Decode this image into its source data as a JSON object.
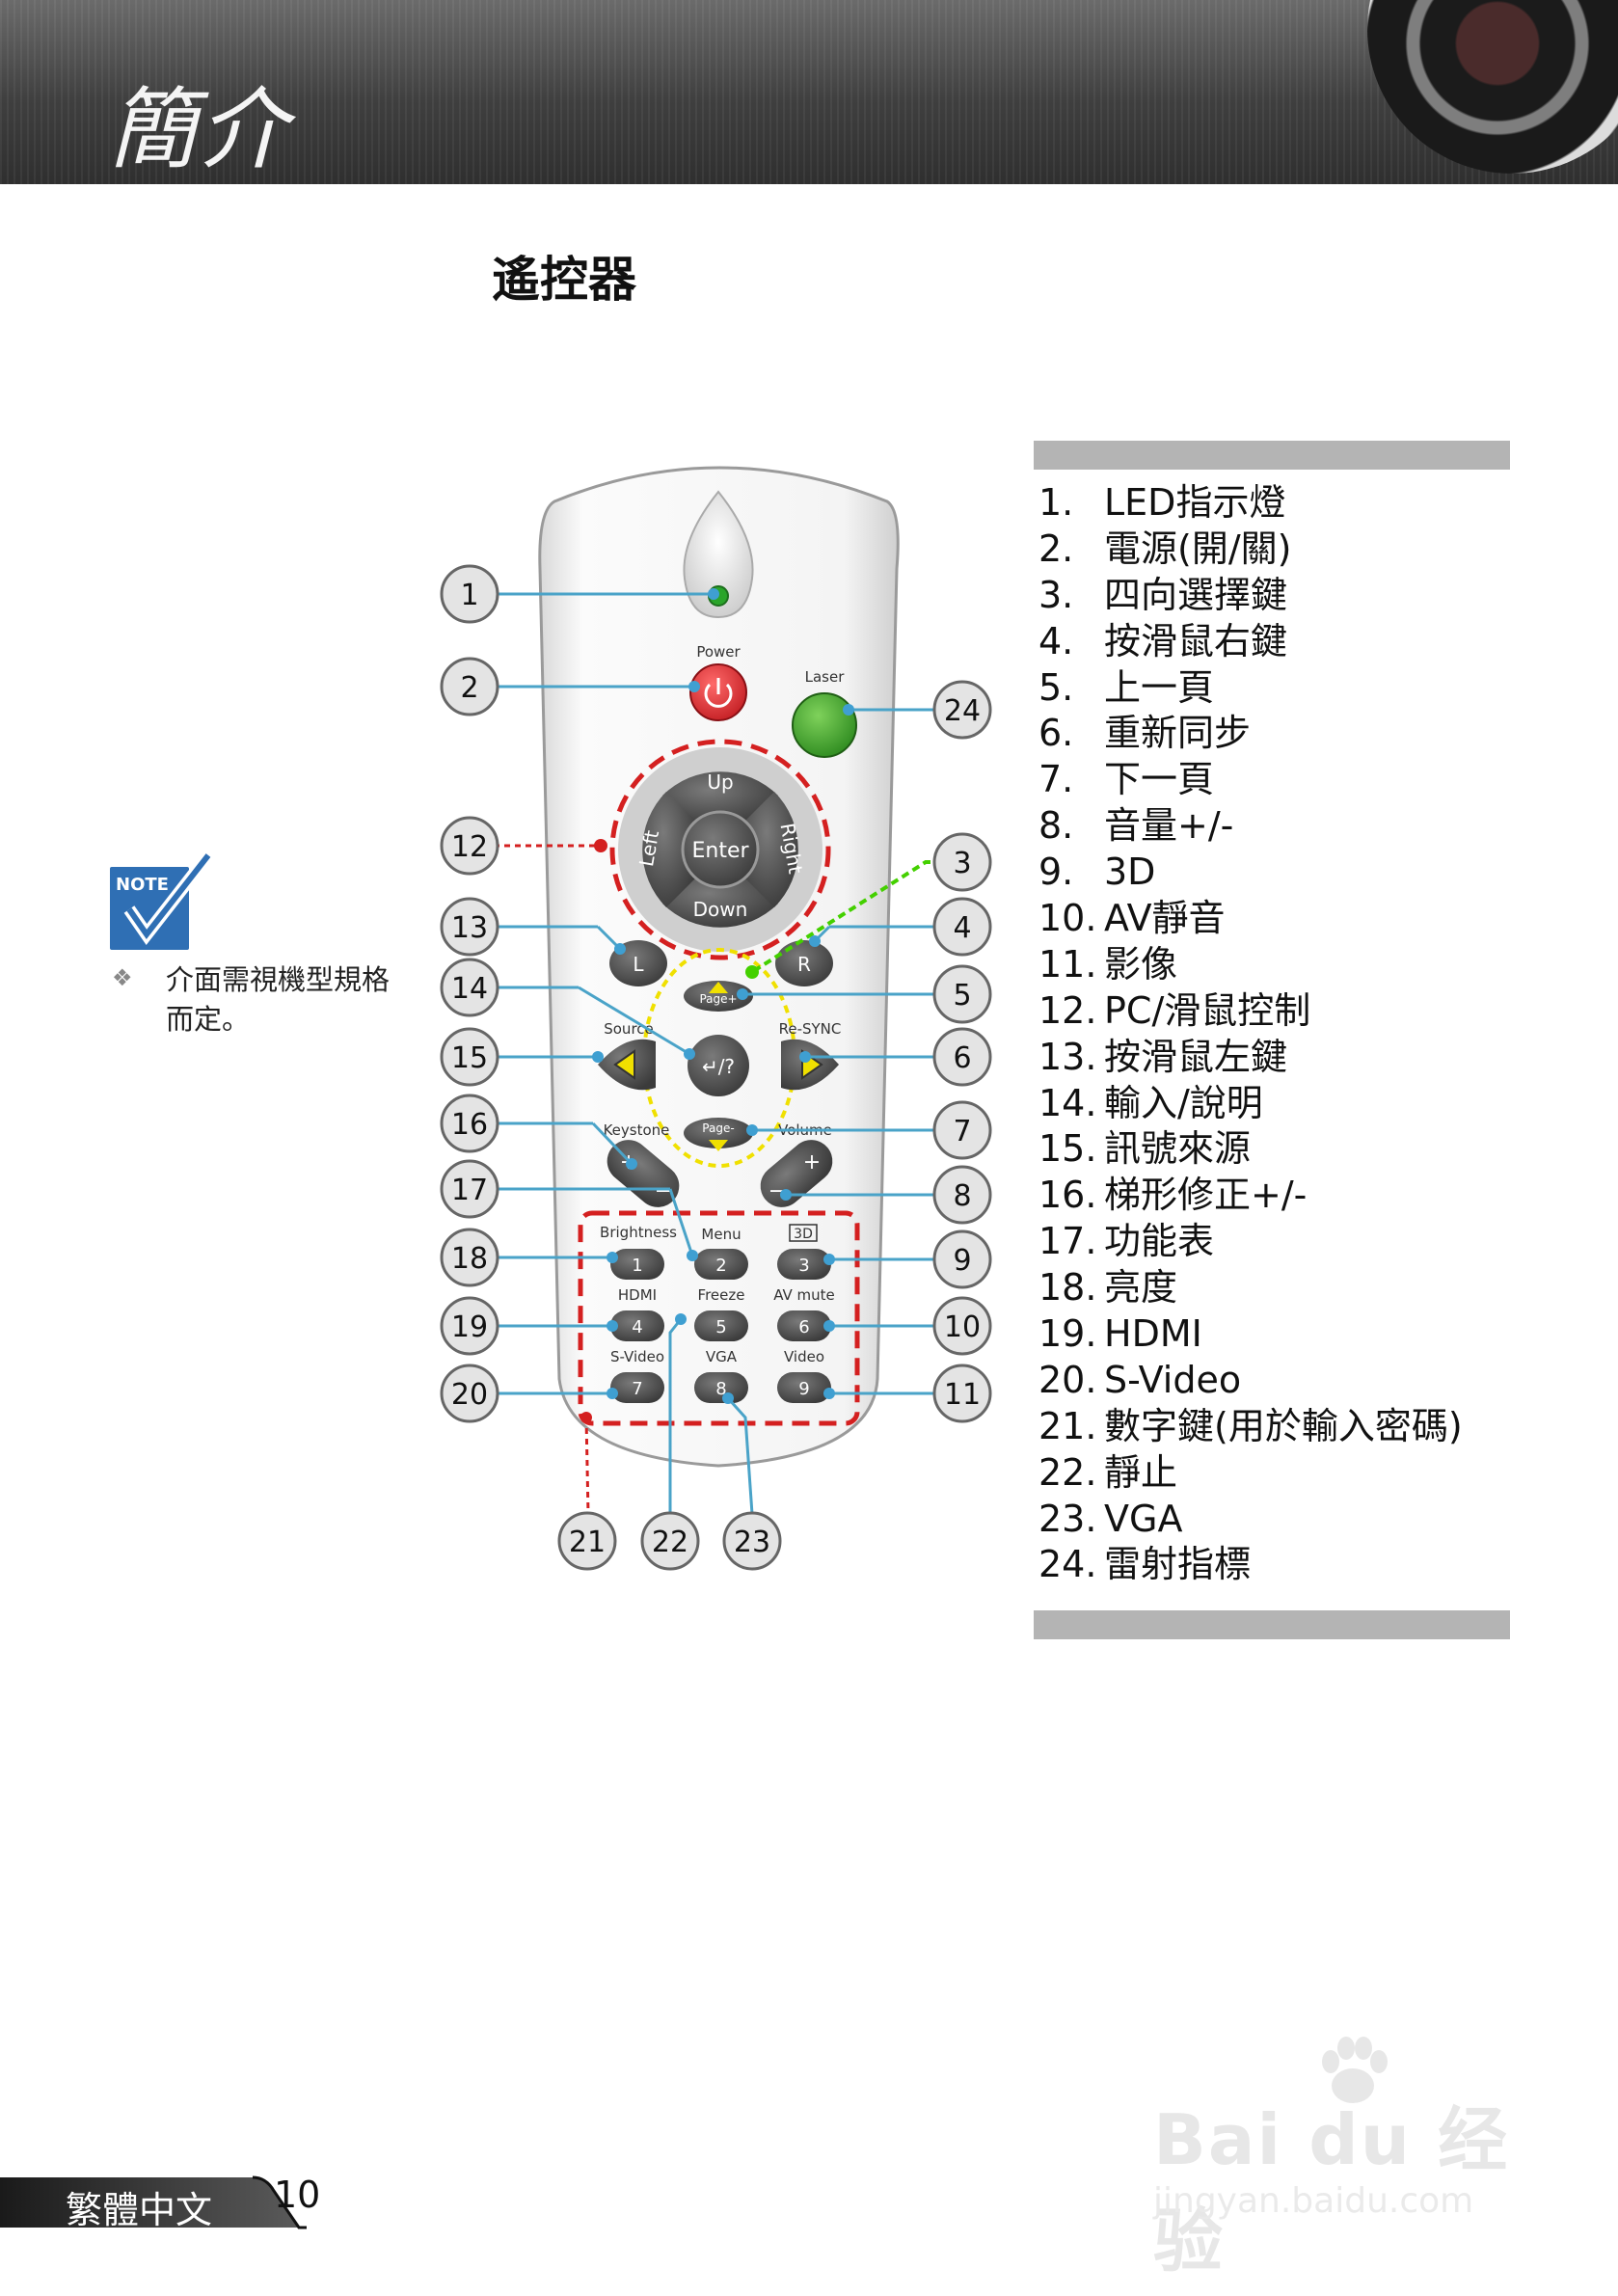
{
  "header": {
    "title": "簡介"
  },
  "section": {
    "title": "遙控器"
  },
  "note": {
    "icon_label": "NOTE",
    "bullet": "❖",
    "text": "介面需視機型規格而定。"
  },
  "remote": {
    "labels": {
      "power": "Power",
      "laser": "Laser",
      "up": "Up",
      "down": "Down",
      "left": "Left",
      "right": "Right",
      "enter": "Enter",
      "l": "L",
      "r": "R",
      "page_up": "Page+",
      "page_down": "Page-",
      "source": "Source",
      "resync": "Re-SYNC",
      "help": "↵/?",
      "keystone": "Keystone",
      "volume": "Volume",
      "plus": "+",
      "minus": "−",
      "brightness": "Brightness",
      "menu": "Menu",
      "three_d": "3D",
      "hdmi": "HDMI",
      "freeze": "Freeze",
      "av_mute": "AV mute",
      "s_video": "S-Video",
      "vga": "VGA",
      "video": "Video",
      "key1": "1",
      "key2": "2",
      "key3": "3",
      "key4": "4",
      "key5": "5",
      "key6": "6",
      "key7": "7",
      "key8": "8",
      "key9": "9"
    },
    "callouts": [
      "1",
      "2",
      "3",
      "4",
      "5",
      "6",
      "7",
      "8",
      "9",
      "10",
      "11",
      "12",
      "13",
      "14",
      "15",
      "16",
      "17",
      "18",
      "19",
      "20",
      "21",
      "22",
      "23",
      "24"
    ]
  },
  "legend": {
    "items": [
      {
        "num": "1.",
        "text": "LED指示燈"
      },
      {
        "num": "2.",
        "text": "電源(開/關)"
      },
      {
        "num": "3.",
        "text": "四向選擇鍵"
      },
      {
        "num": "4.",
        "text": "按滑鼠右鍵"
      },
      {
        "num": "5.",
        "text": "上一頁"
      },
      {
        "num": "6.",
        "text": "重新同步"
      },
      {
        "num": "7.",
        "text": "下一頁"
      },
      {
        "num": "8.",
        "text": "音量+/-"
      },
      {
        "num": "9.",
        "text": "3D"
      },
      {
        "num": "10.",
        "text": "AV靜音"
      },
      {
        "num": "11.",
        "text": "影像"
      },
      {
        "num": "12.",
        "text": "PC/滑鼠控制"
      },
      {
        "num": "13.",
        "text": "按滑鼠左鍵"
      },
      {
        "num": "14.",
        "text": "輸入/說明"
      },
      {
        "num": "15.",
        "text": "訊號來源"
      },
      {
        "num": "16.",
        "text": "梯形修正+/-"
      },
      {
        "num": "17.",
        "text": "功能表"
      },
      {
        "num": "18.",
        "text": "亮度"
      },
      {
        "num": "19.",
        "text": "HDMI"
      },
      {
        "num": "20.",
        "text": "S-Video"
      },
      {
        "num": "21.",
        "text": "數字鍵(用於輸入密碼)"
      },
      {
        "num": "22.",
        "text": "靜止"
      },
      {
        "num": "23.",
        "text": "VGA"
      },
      {
        "num": "24.",
        "text": "雷射指標"
      }
    ]
  },
  "footer": {
    "language": "繁體中文",
    "page_number": "10"
  },
  "watermark": {
    "brand": "Bai du 经验",
    "url": "jingyan.baidu.com"
  },
  "colors": {
    "header_bg": "#3f3f3f",
    "legend_bar": "#b4b4b4",
    "callout_line": "#4aa3c8",
    "power_red": "#e0343a",
    "laser_green": "#3a9a2a",
    "note_blue": "#2f6fb4"
  }
}
